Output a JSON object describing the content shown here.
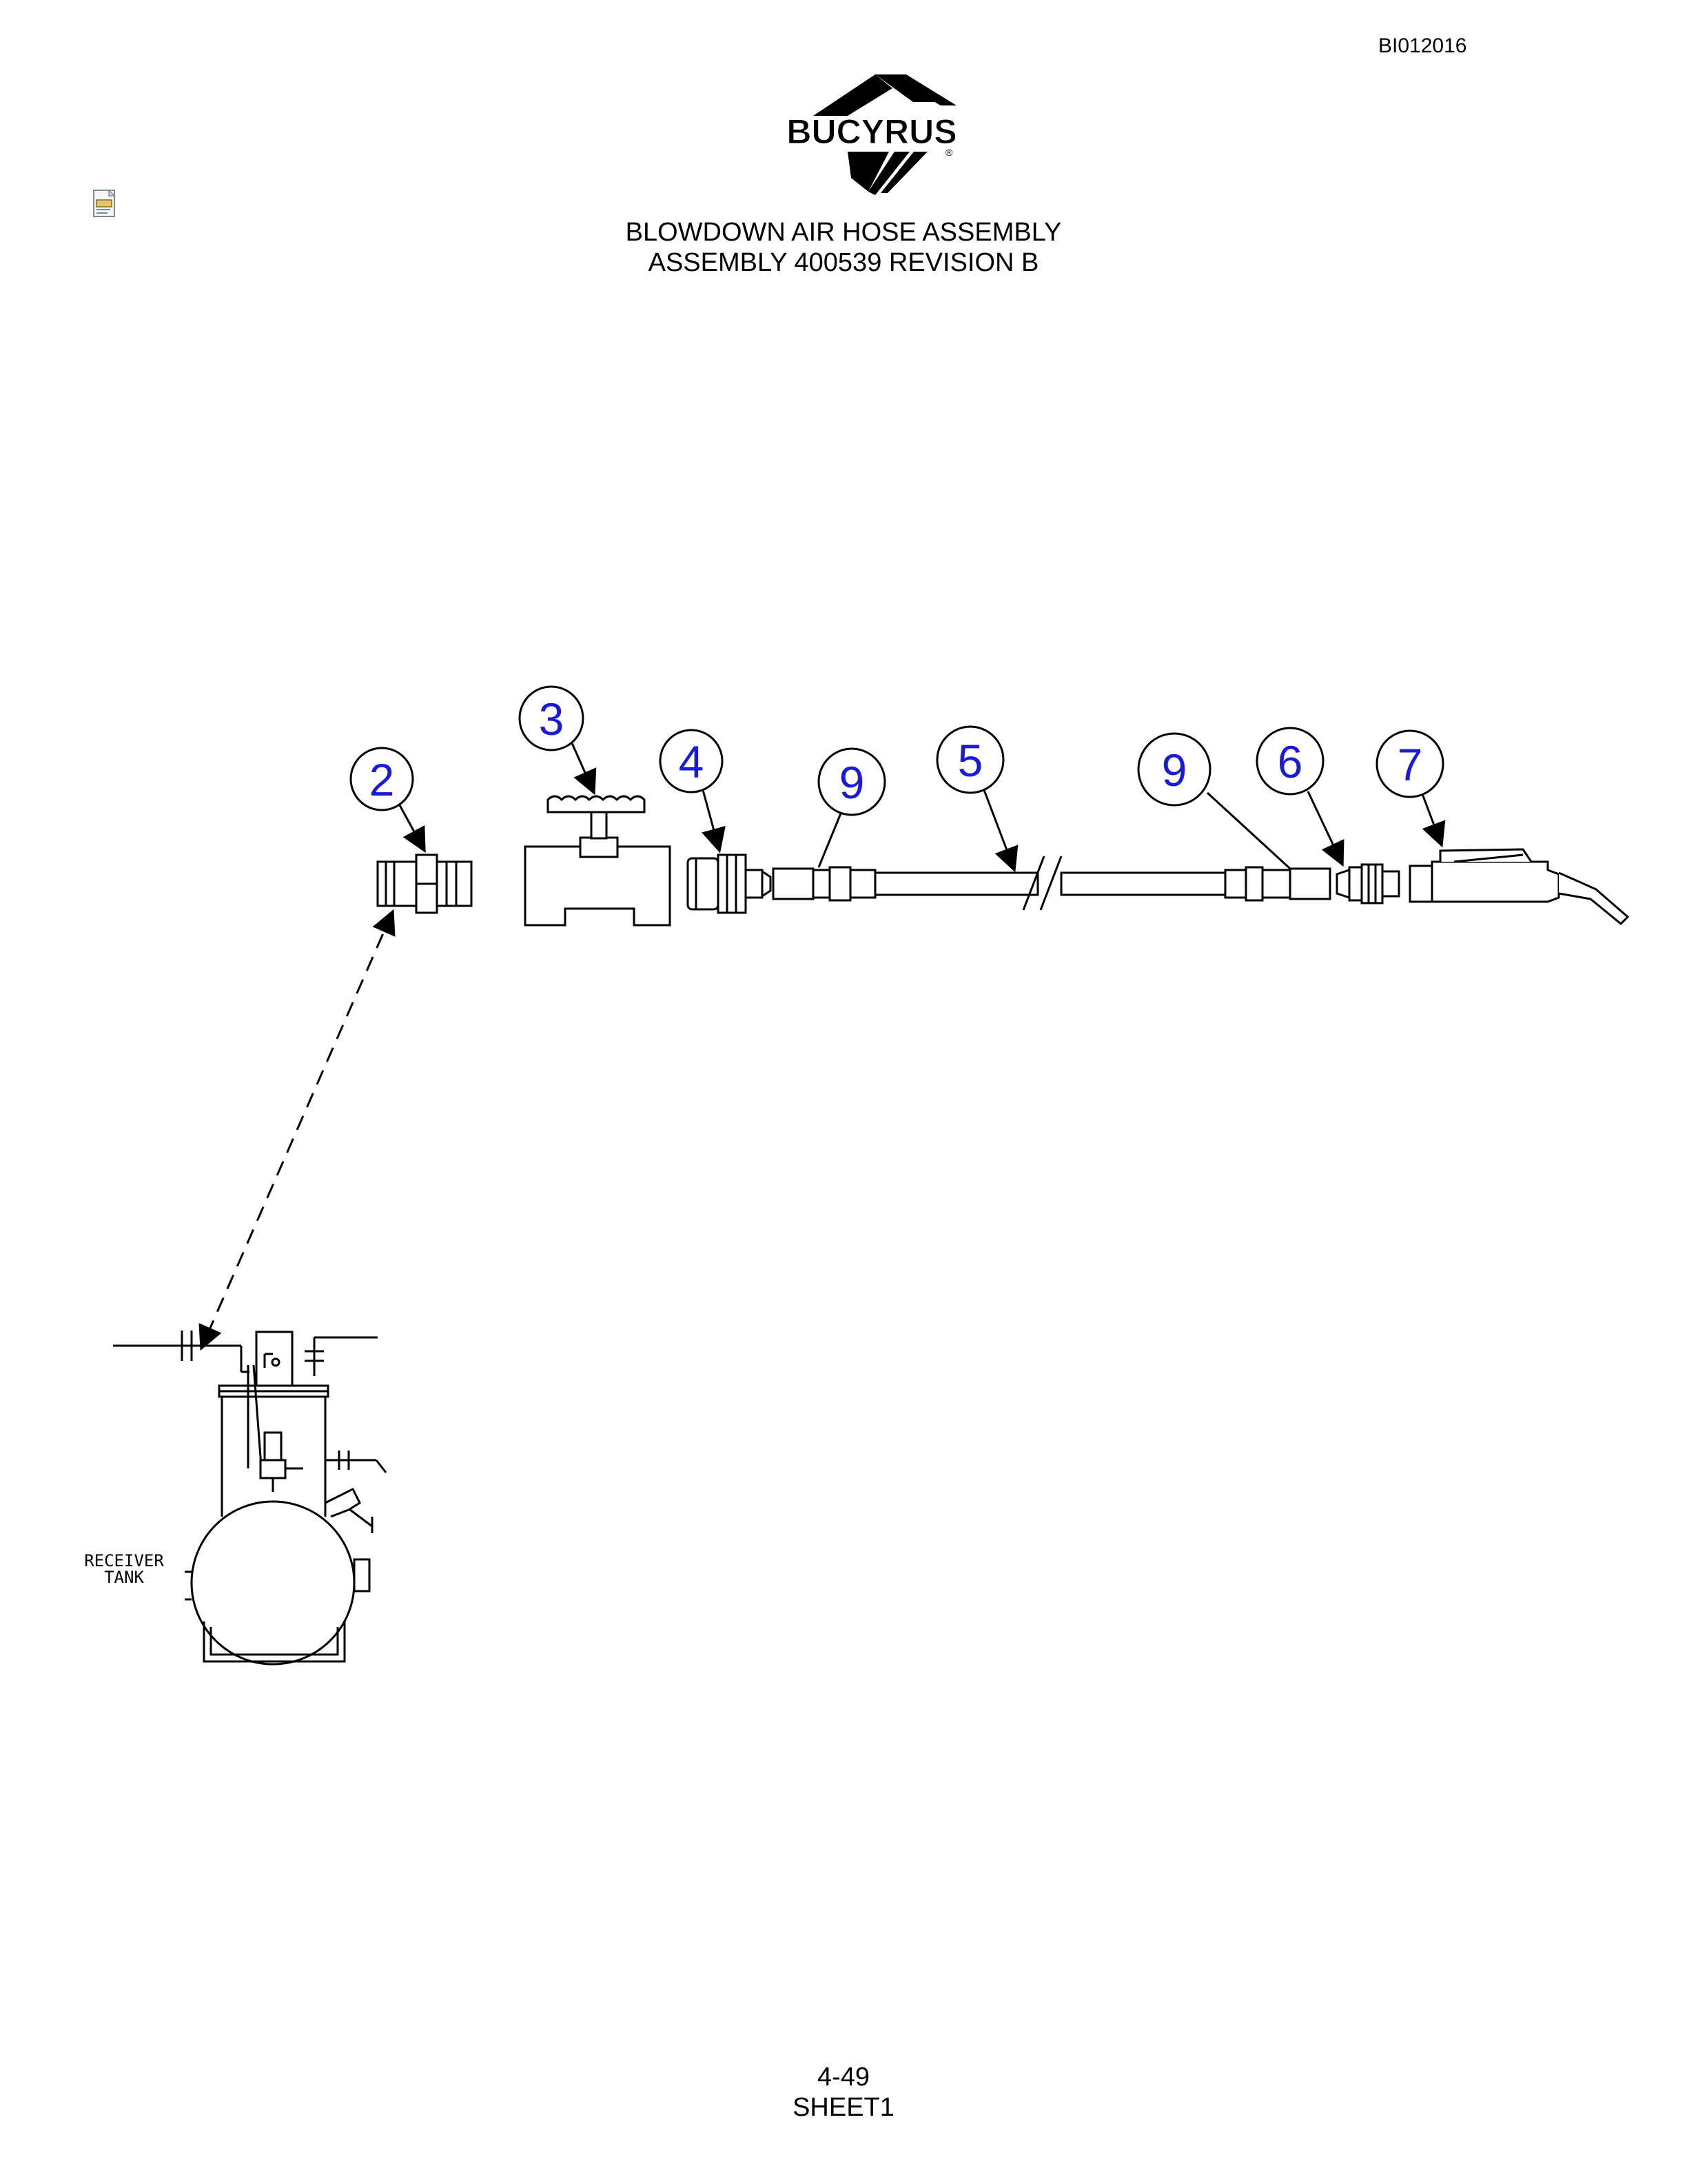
{
  "header": {
    "doc_id": "BI012016",
    "logo_text": "BUCYRUS",
    "logo_mark": "®"
  },
  "title": {
    "line1": "BLOWDOWN AIR HOSE ASSEMBLY",
    "line2": "ASSEMBLY 400539 REVISION B"
  },
  "diagram": {
    "balloons": [
      "2",
      "3",
      "4",
      "9",
      "5",
      "9",
      "6",
      "7"
    ],
    "tank_label_line1": "RECEIVER",
    "tank_label_line2": "TANK",
    "balloon_color": "#1a1ad8"
  },
  "footer": {
    "page": "4-49",
    "sheet": "SHEET1"
  }
}
